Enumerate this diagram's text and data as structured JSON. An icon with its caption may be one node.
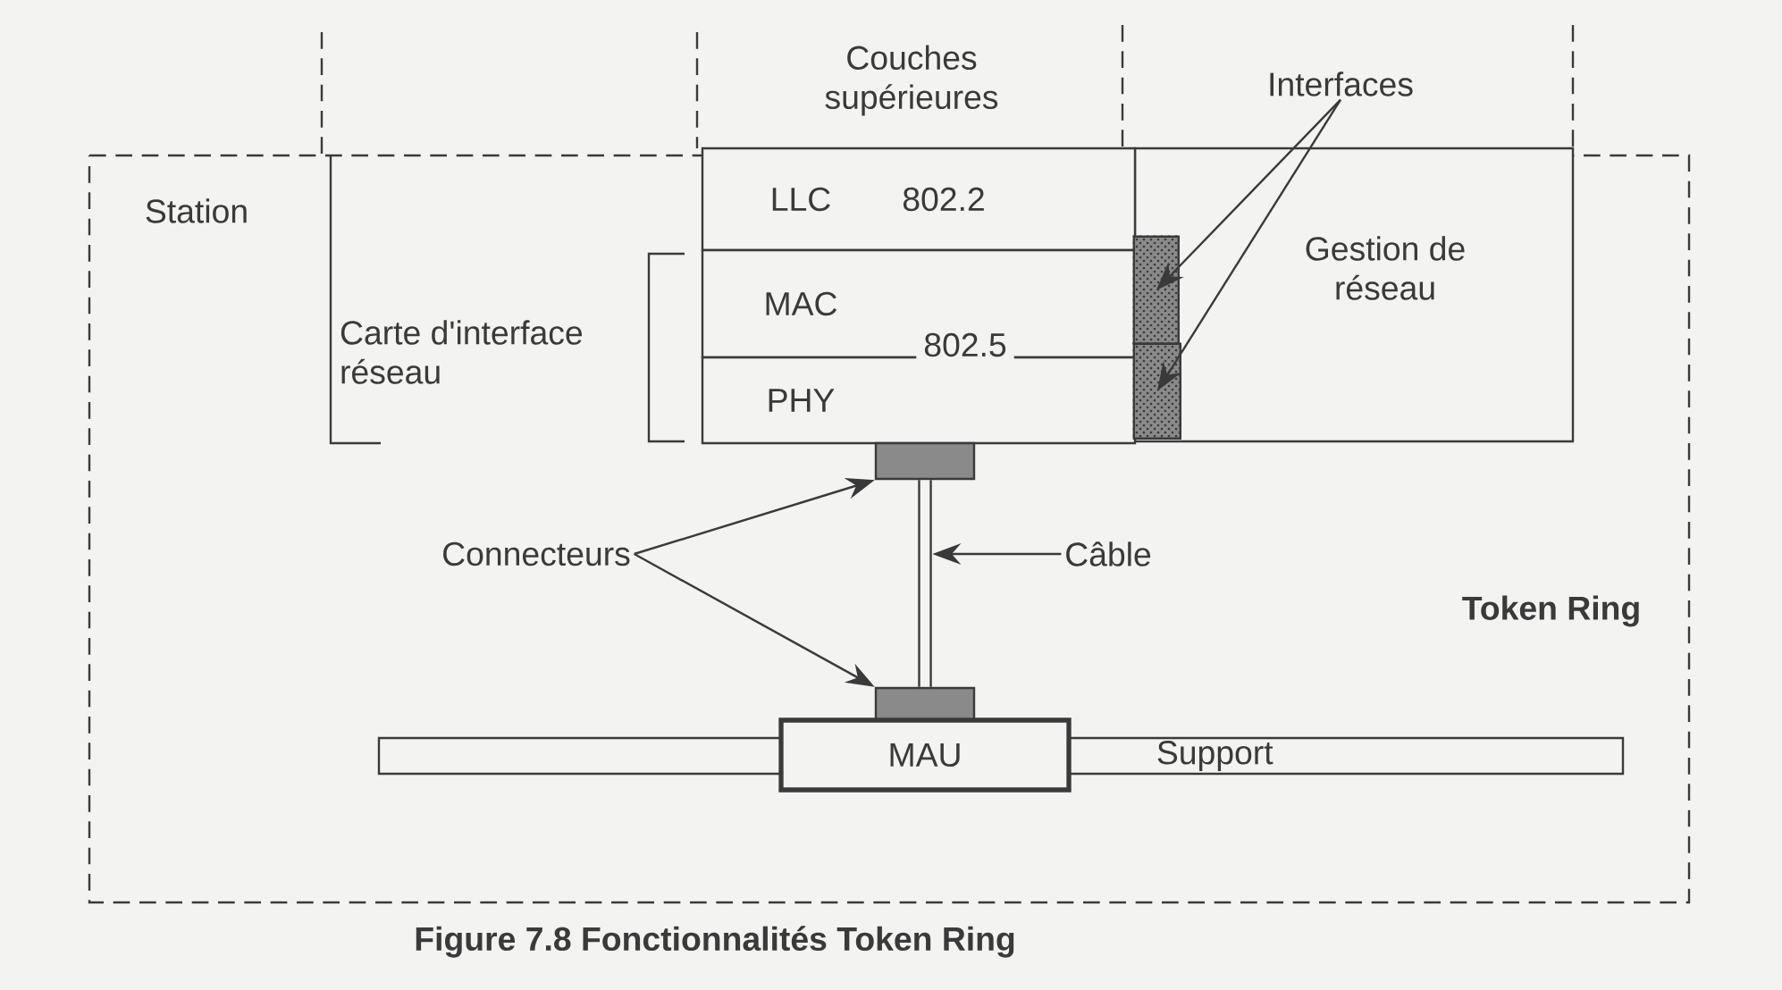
{
  "diagram": {
    "caption": "Figure 7.8 Fonctionnalités Token Ring",
    "nodes": [
      {
        "text": [
          "LLC",
          "802.2"
        ]
      },
      {
        "text": [
          "MAC"
        ]
      },
      {
        "text": [
          "PHY"
        ]
      },
      {
        "text": [],
        "shape": "bar",
        "in": 5
      },
      {
        "text": [],
        "shape": "bar",
        "in": 5
      },
      {
        "text": [
          "Gestion de réseau"
        ]
      },
      {
        "text": [
          "Interfaces"
        ]
      },
      {
        "text": [],
        "shape": "box"
      },
      {
        "text": [],
        "shape": "box"
      },
      {
        "text": [
          "MAU"
        ]
      },
      {
        "text": [
          "Support"
        ]
      },
      {
        "text": [
          "Connecteurs"
        ]
      },
      {
        "text": [
          "Câble"
        ]
      }
    ],
    "edges": [
      {
        "from": 6,
        "to": 3,
        "arrow": "to"
      },
      {
        "from": 6,
        "to": 4,
        "arrow": "to"
      },
      {
        "from": 11,
        "to": 7,
        "arrow": "to"
      },
      {
        "from": 11,
        "to": 8,
        "arrow": "to"
      },
      {
        "from": 12,
        "to": null,
        "arrow": "to"
      },
      {
        "from": 7,
        "to": 8,
        "arrow": "none",
        "style": "thick"
      }
    ],
    "labels": [
      "Couches supérieures",
      "Station",
      "Carte d'interface réseau",
      "802.5",
      "Token Ring"
    ]
  }
}
